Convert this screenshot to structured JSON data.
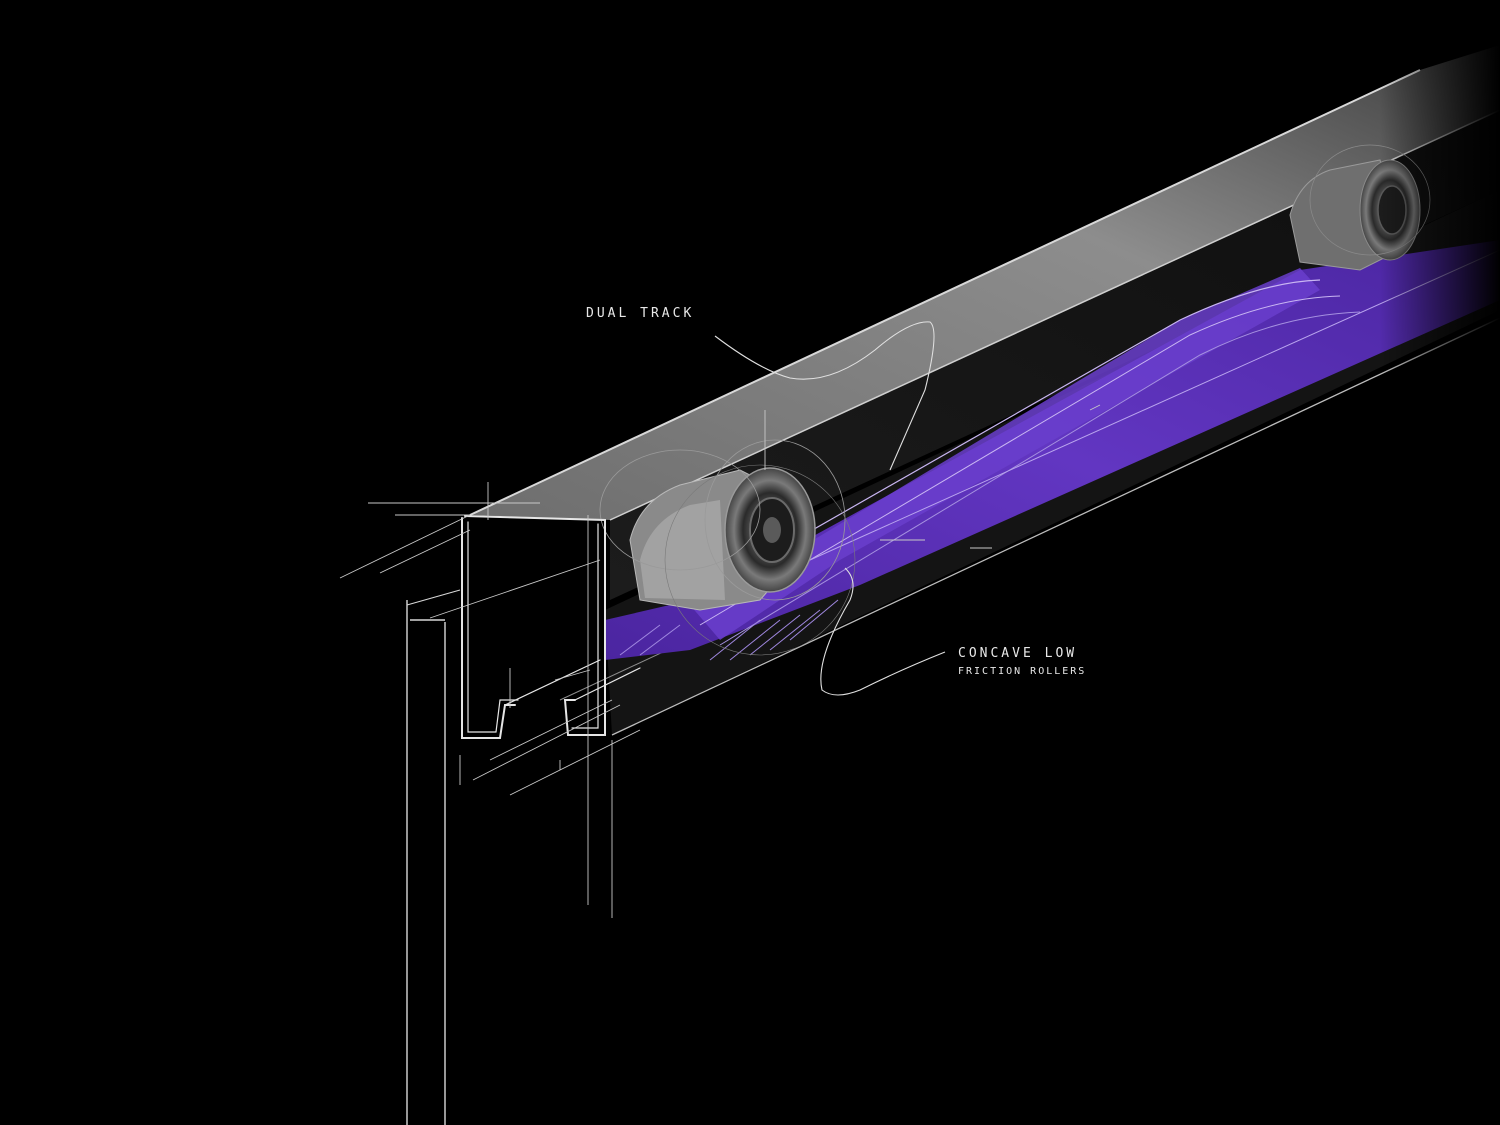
{
  "annotations": {
    "dual_track": "DUAL TRACK",
    "concave_line1": "CONCAVE LOW",
    "concave_line2": "FRICTION ROLLERS"
  },
  "colors": {
    "background": "#000000",
    "track_purple": "#5a2fb5",
    "track_purple_dark": "#3a1a85",
    "housing_grey": "#8a8a8a",
    "sketch_line": "#e6e6e6"
  },
  "icons": [
    "roller-wheel-icon"
  ]
}
